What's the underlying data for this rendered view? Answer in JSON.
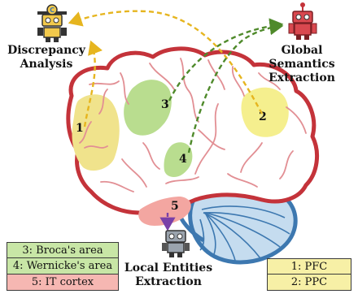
{
  "colors": {
    "pfc": "#f0e38c",
    "ppc": "#f5ef8e",
    "broca": "#b9dd8f",
    "wernicke": "#b9dd8f",
    "it_cortex": "#f3a6a1",
    "brain_outline": "#c4333a",
    "sulcus": "#e28f94",
    "cerebellum_fill": "#c5dcef",
    "cerebellum_stroke": "#3d78b0",
    "arrow_yellow": "#e6b51f",
    "arrow_green": "#4f8a2b",
    "arrow_purple": "#7a3fa8",
    "legend_green": "#c8e6a6",
    "legend_red": "#f6b7b2",
    "legend_yellow": "#f7f0a6"
  },
  "labels": {
    "top_left": "Discrepancy Analysis",
    "top_right": "Global Semantics Extraction",
    "bottom": "Local Entities Extraction"
  },
  "region_numbers": {
    "pfc": "1",
    "ppc": "2",
    "broca": "3",
    "wernicke": "4",
    "it_cortex": "5"
  },
  "legend_left": [
    "3: Broca's area",
    "4: Wernicke's area",
    "5: IT cortex"
  ],
  "legend_right": [
    "1: PFC",
    "2: PPC"
  ],
  "icons": {
    "robot_yellow": "robot-icon",
    "robot_red": "robot-icon",
    "robot_gray": "robot-icon"
  }
}
